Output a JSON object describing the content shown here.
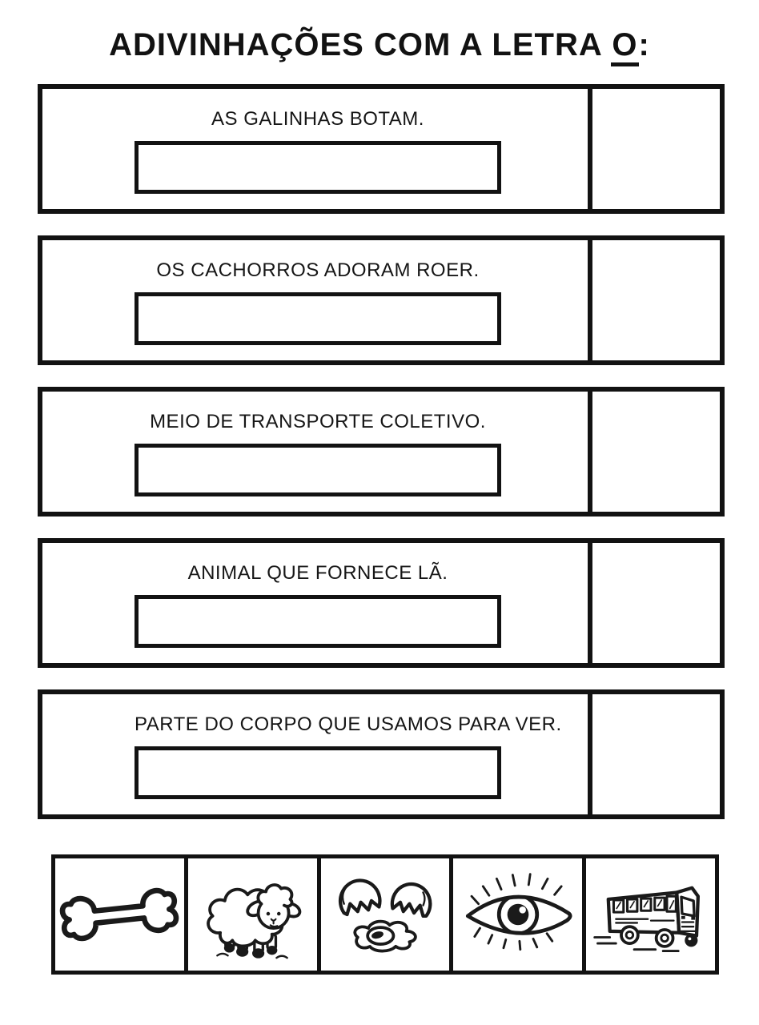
{
  "colors": {
    "ink": "#1a1a1a",
    "background": "#ffffff"
  },
  "title": {
    "prefix": "ADIVINHAÇÕES COM A LETRA",
    "letter": "O",
    "suffix": ":"
  },
  "riddles": [
    {
      "clue": "AS GALINHAS BOTAM."
    },
    {
      "clue": "OS CACHORROS ADORAM ROER."
    },
    {
      "clue": "MEIO DE TRANSPORTE COLETIVO."
    },
    {
      "clue": "ANIMAL QUE FORNECE LÃ."
    },
    {
      "clue": "PARTE DO CORPO QUE USAMOS PARA VER."
    }
  ],
  "picture_cards": [
    {
      "icon": "bone-icon"
    },
    {
      "icon": "sheep-icon"
    },
    {
      "icon": "cracked-egg-icon"
    },
    {
      "icon": "eye-icon"
    },
    {
      "icon": "bus-icon"
    }
  ]
}
